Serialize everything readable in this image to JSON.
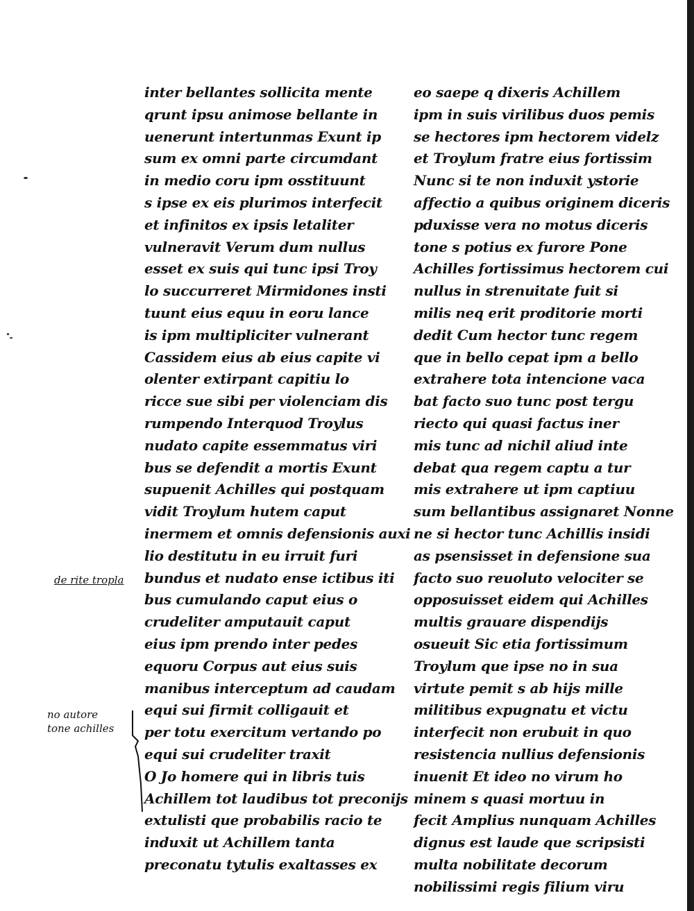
{
  "left_column": [
    "inter bellantes sollicita mente",
    "qrunt ipsu animose bellante in",
    "uenerunt intertunmas Exunt ip",
    "sum ex omni parte circumdant",
    "in medio coru ipm osstituunt",
    "s ipse ex eis plurimos interfecit",
    "et infinitos ex ipsis letaliter",
    "vulneravit Verum dum nullus",
    "esset ex suis qui tunc ipsi Troy",
    "lo succurreret Mirmidones insti",
    "tuunt eius equu in eoru lance",
    "is ipm multipliciter vulnerant",
    "Cassidem eius ab eius capite vi",
    "olenter extirpant capitiu lo",
    "ricce sue sibi per violenciam dis",
    "rumpendo Interquod Troylus",
    "nudato capite essemmatus viri",
    "bus se defendit a mortis Exunt",
    "supuenit Achilles qui postquam",
    "vidit Troylum hutem caput",
    "inermem et omnis defensionis auxi",
    "lio destitutu in eu irruit furi",
    "bundus et nudato ense ictibus iti",
    "bus cumulando caput eius o",
    "crudeliter amputauit caput",
    "eius ipm prendo inter pedes",
    "equoru Corpus aut eius suis",
    "manibus interceptum ad caudam",
    "equi sui firmit colligauit et",
    "per totu exercitum vertando po",
    "equi sui crudeliter traxit",
    "O Jo homere qui in libris tuis",
    "Achillem tot laudibus tot preconijs",
    "extulisti que probabilis racio te",
    "induxit ut Achillem tanta",
    "preconatu tytulis exaltasses ex"
  ],
  "right_column": [
    "eo saepe q dixeris Achillem",
    "ipm in suis virilibus duos pemis",
    "se hectores ipm hectorem videlz",
    "et Troylum fratre eius fortissim",
    "Nunc si te non induxit ystorie",
    "affectio a quibus originem diceris",
    "pduxisse vera no motus diceris",
    "tone s potius ex furore Pone",
    "Achilles fortissimus hectorem cui",
    "nullus in strenuitate fuit si",
    "milis neq erit proditorie morti",
    "dedit Cum hector tunc regem",
    "que in bello cepat ipm a bello",
    "extrahere tota intencione vaca",
    "bat facto suo tunc post tergu",
    "riecto qui quasi factus iner",
    "mis tunc ad nichil aliud inte",
    "debat qua regem captu a tur",
    "mis extrahere ut ipm captiuu",
    "sum bellantibus assignaret Nonne",
    "ne si hector tunc Achillis insidi",
    "as psensisset in defensione sua",
    "facto suo reuoluto velociter se",
    "opposuisset eidem qui Achilles",
    "multis grauare dispendijs",
    "osueuit Sic etia fortissimum",
    "Troylum que ipse no in sua",
    "virtute pemit s ab hijs mille",
    "militibus expugnatu et victu",
    "interfecit non erubuit in quo",
    "resistencia nullius defensionis",
    "inuenit Et ideo no virum ho",
    "minem s quasi mortuu in",
    "fecit Amplius nunquam Achilles",
    "dignus est laude que scripsisti",
    "multa nobilitate decorum",
    "nobilissimi regis filium viru"
  ],
  "margin_notes": {
    "note1": "de rite tropla",
    "note2_line1": "no autore",
    "note2_line2": "tone achilles"
  }
}
